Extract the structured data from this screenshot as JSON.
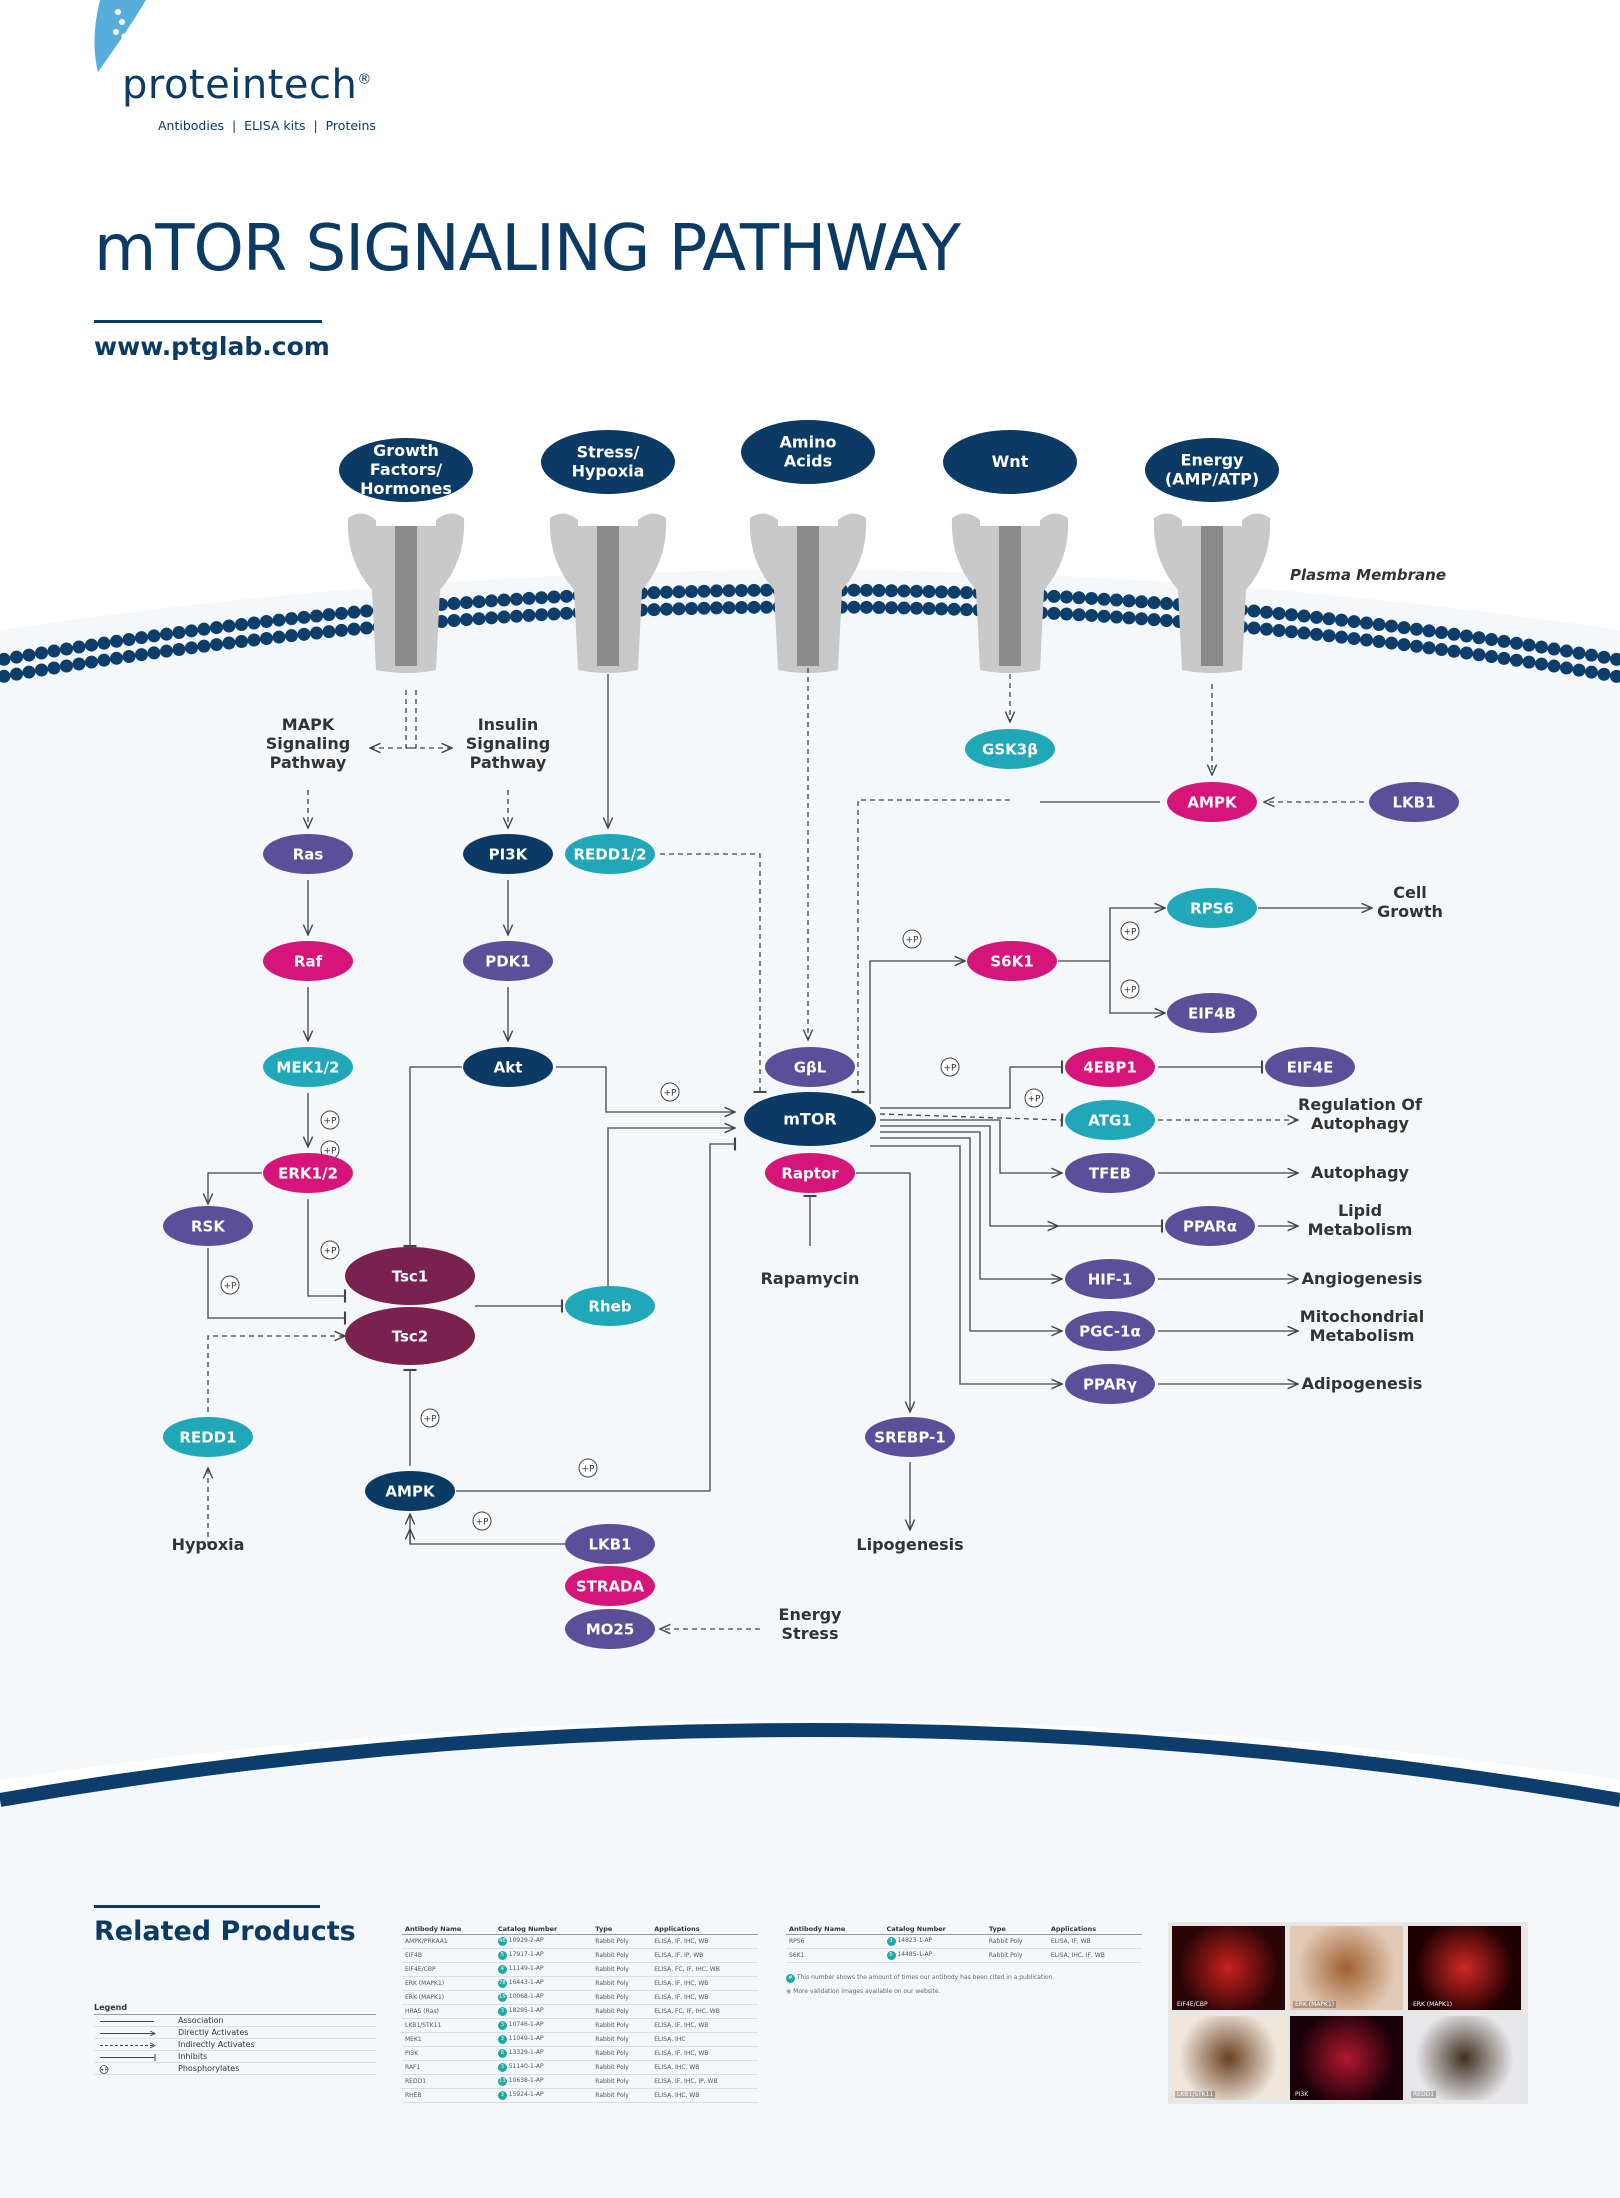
{
  "brand": {
    "name": "proteintech",
    "registered": "®",
    "tagline": "Antibodies  |  ELISA kits  |  Proteins"
  },
  "title": "mTOR SIGNALING PATHWAY",
  "url": "www.ptglab.com",
  "colors": {
    "navy": "#0b3a64",
    "purple": "#5b4f9a",
    "magenta": "#d6157a",
    "teal": "#21a8b8",
    "plum": "#7b2150",
    "membrane": "#0c3d6b"
  },
  "membrane_label": "Plasma Membrane",
  "stimuli": [
    {
      "id": "growth",
      "lines": [
        "Growth",
        "Factors/",
        "Hormones"
      ]
    },
    {
      "id": "stress",
      "lines": [
        "Stress/",
        "Hypoxia"
      ]
    },
    {
      "id": "amino",
      "lines": [
        "Amino",
        "Acids"
      ]
    },
    {
      "id": "wnt",
      "lines": [
        "Wnt"
      ]
    },
    {
      "id": "energy",
      "lines": [
        "Energy",
        "(AMP/ATP)"
      ]
    }
  ],
  "nodes": [
    {
      "id": "gsk3b",
      "label": "GSK3β",
      "color": "teal"
    },
    {
      "id": "ampk_top",
      "label": "AMPK",
      "color": "magenta"
    },
    {
      "id": "lkb1_top",
      "label": "LKB1",
      "color": "purple"
    },
    {
      "id": "ras",
      "label": "Ras",
      "color": "purple"
    },
    {
      "id": "pi3k",
      "label": "PI3K",
      "color": "navy"
    },
    {
      "id": "redd12",
      "label": "REDD1/2",
      "color": "teal"
    },
    {
      "id": "raf",
      "label": "Raf",
      "color": "magenta"
    },
    {
      "id": "pdk1",
      "label": "PDK1",
      "color": "purple"
    },
    {
      "id": "s6k1",
      "label": "S6K1",
      "color": "magenta"
    },
    {
      "id": "rps6",
      "label": "RPS6",
      "color": "teal"
    },
    {
      "id": "eif4b",
      "label": "EIF4B",
      "color": "purple"
    },
    {
      "id": "mek12",
      "label": "MEK1/2",
      "color": "teal"
    },
    {
      "id": "akt",
      "label": "Akt",
      "color": "navy"
    },
    {
      "id": "gbl",
      "label": "GβL",
      "color": "purple"
    },
    {
      "id": "4ebp1",
      "label": "4EBP1",
      "color": "magenta"
    },
    {
      "id": "eif4e",
      "label": "EIF4E",
      "color": "purple"
    },
    {
      "id": "mtor",
      "label": "mTOR",
      "color": "navy"
    },
    {
      "id": "atg1",
      "label": "ATG1",
      "color": "teal"
    },
    {
      "id": "erk12",
      "label": "ERK1/2",
      "color": "magenta"
    },
    {
      "id": "raptor",
      "label": "Raptor",
      "color": "magenta"
    },
    {
      "id": "tfeb",
      "label": "TFEB",
      "color": "purple"
    },
    {
      "id": "rsk",
      "label": "RSK",
      "color": "purple"
    },
    {
      "id": "ppara",
      "label": "PPARα",
      "color": "purple"
    },
    {
      "id": "tsc1",
      "label": "Tsc1",
      "color": "plum"
    },
    {
      "id": "tsc2",
      "label": "Tsc2",
      "color": "plum"
    },
    {
      "id": "rheb",
      "label": "Rheb",
      "color": "teal"
    },
    {
      "id": "hif1",
      "label": "HIF-1",
      "color": "purple"
    },
    {
      "id": "pgc1a",
      "label": "PGC-1α",
      "color": "purple"
    },
    {
      "id": "pparg",
      "label": "PPARγ",
      "color": "purple"
    },
    {
      "id": "redd1",
      "label": "REDD1",
      "color": "teal"
    },
    {
      "id": "srebp1",
      "label": "SREBP-1",
      "color": "purple"
    },
    {
      "id": "ampk_bot",
      "label": "AMPK",
      "color": "navy"
    },
    {
      "id": "lkb1_bot",
      "label": "LKB1",
      "color": "purple"
    },
    {
      "id": "strada",
      "label": "STRADA",
      "color": "magenta"
    },
    {
      "id": "mo25",
      "label": "MO25",
      "color": "purple"
    }
  ],
  "labels": [
    {
      "id": "mapk",
      "lines": [
        "MAPK",
        "Signaling",
        "Pathway"
      ]
    },
    {
      "id": "insulin",
      "lines": [
        "Insulin",
        "Signaling",
        "Pathway"
      ]
    },
    {
      "id": "cell_growth",
      "lines": [
        "Cell",
        "Growth"
      ]
    },
    {
      "id": "reg_autophagy",
      "lines": [
        "Regulation Of",
        "Autophagy"
      ]
    },
    {
      "id": "autophagy",
      "lines": [
        "Autophagy"
      ]
    },
    {
      "id": "lipid",
      "lines": [
        "Lipid",
        "Metabolism"
      ]
    },
    {
      "id": "angiogenesis",
      "lines": [
        "Angiogenesis"
      ]
    },
    {
      "id": "mito",
      "lines": [
        "Mitochondrial",
        "Metabolism"
      ]
    },
    {
      "id": "adipogenesis",
      "lines": [
        "Adipogenesis"
      ]
    },
    {
      "id": "rapamycin",
      "lines": [
        "Rapamycin"
      ]
    },
    {
      "id": "lipogenesis",
      "lines": [
        "Lipogenesis"
      ]
    },
    {
      "id": "hypoxia",
      "lines": [
        "Hypoxia"
      ]
    },
    {
      "id": "energy_stress",
      "lines": [
        "Energy",
        "Stress"
      ]
    }
  ],
  "phospho_label": "+P",
  "related": {
    "heading": "Related Products",
    "legend_title": "Legend",
    "legend_items": [
      "Association",
      "Directly Activates",
      "Indirectly Activates",
      "Inhibits",
      "Phosphorylates"
    ],
    "table_headers": [
      "Antibody Name",
      "Catalog Number",
      "Type",
      "Applications"
    ],
    "table1": [
      [
        "AMPK/PRKAA1",
        "10929-2-AP",
        "Rabbit Poly",
        "ELISA, IF, IHC, WB"
      ],
      [
        "EIF4B",
        "17917-1-AP",
        "Rabbit Poly",
        "ELISA, IF, IP, WB"
      ],
      [
        "EIF4E/CBP",
        "11149-1-AP",
        "Rabbit Poly",
        "ELISA, FC, IF, IHC, WB"
      ],
      [
        "ERK (MAPK1)",
        "16443-1-AP",
        "Rabbit Poly",
        "ELISA, IF, IHC, WB"
      ],
      [
        "ERK (MAPK1)",
        "10068-1-AP",
        "Rabbit Poly",
        "ELISA, IF, IHC, WB"
      ],
      [
        "HRAS (Ras)",
        "18295-1-AP",
        "Rabbit Poly",
        "ELISA, FC, IF, IHC, WB"
      ],
      [
        "LKB1/STK11",
        "10746-1-AP",
        "Rabbit Poly",
        "ELISA, IF, IHC, WB"
      ],
      [
        "MEK1",
        "11049-1-AP",
        "Rabbit Poly",
        "ELISA, IHC"
      ],
      [
        "PI3K",
        "13329-1-AP",
        "Rabbit Poly",
        "ELISA, IF, IHC, WB"
      ],
      [
        "RAF1",
        "51140-1-AP",
        "Rabbit Poly",
        "ELISA, IHC, WB"
      ],
      [
        "REDD1",
        "10638-1-AP",
        "Rabbit Poly",
        "ELISA, IF, IHC, IP, WB"
      ],
      [
        "RHEB",
        "15924-1-AP",
        "Rabbit Poly",
        "ELISA, IHC, WB"
      ]
    ],
    "table1_cites": [
      "46",
      "5",
      "4",
      "78",
      "15",
      "3",
      "3",
      "3",
      "8",
      "3",
      "13",
      "3"
    ],
    "table2": [
      [
        "RPS6",
        "14823-1-AP",
        "Rabbit Poly",
        "ELISA, IF, WB"
      ],
      [
        "S6K1",
        "14485-1-AP",
        "Rabbit Poly",
        "ELISA, IHC, IF, WB"
      ]
    ],
    "table2_cites": [
      "3",
      "5"
    ],
    "footnotes": [
      "This number shows the amount of times our antibody has been cited in a publication.",
      "More validation images available on our website."
    ],
    "images": [
      "EIF4E/CBP",
      "ERK (MAPK1)",
      "ERK (MAPK1)",
      "LKB1/STK11",
      "PI3K",
      "REDD1"
    ]
  }
}
